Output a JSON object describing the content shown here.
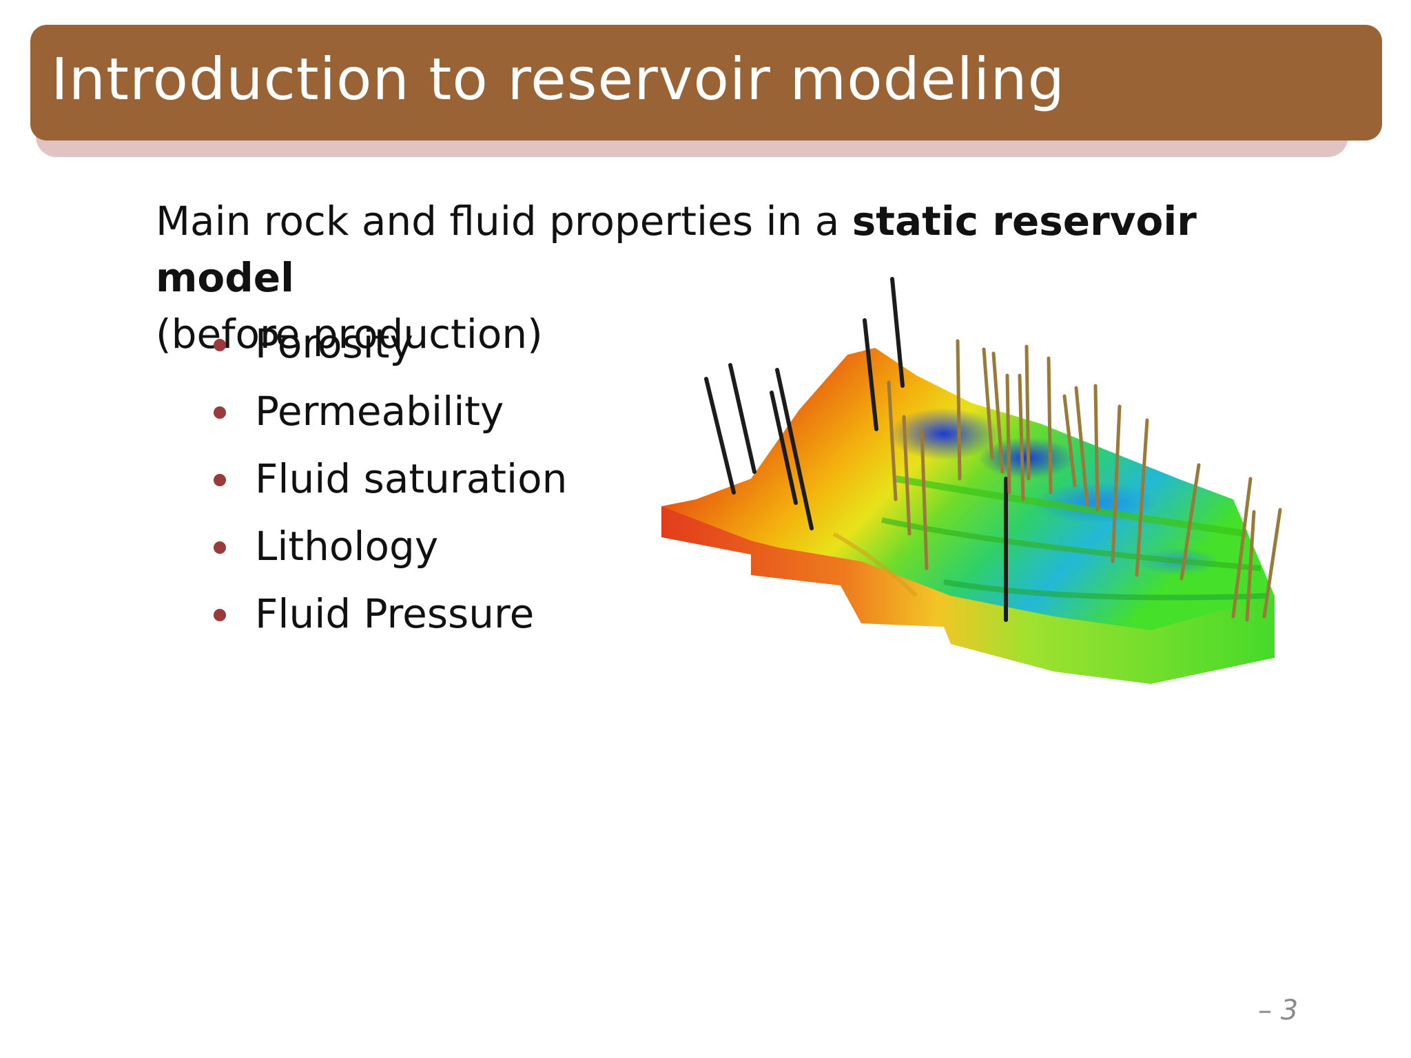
{
  "slide": {
    "title": "Introduction to reservoir modeling",
    "intro_prefix": "Main rock and fluid properties in a ",
    "intro_bold": "static reservoir model",
    "intro_suffix": "(before production)",
    "bullets": [
      {
        "label": "Porosity"
      },
      {
        "label": "Permeability"
      },
      {
        "label": "Fluid saturation"
      },
      {
        "label": "Lithology"
      },
      {
        "label": "Fluid Pressure"
      }
    ],
    "page_number": "–   3"
  },
  "colors": {
    "title_bar": "#9a6335",
    "title_shadow": "#e2c3c3",
    "bullet": "#9b3a3a",
    "text": "#111111"
  }
}
